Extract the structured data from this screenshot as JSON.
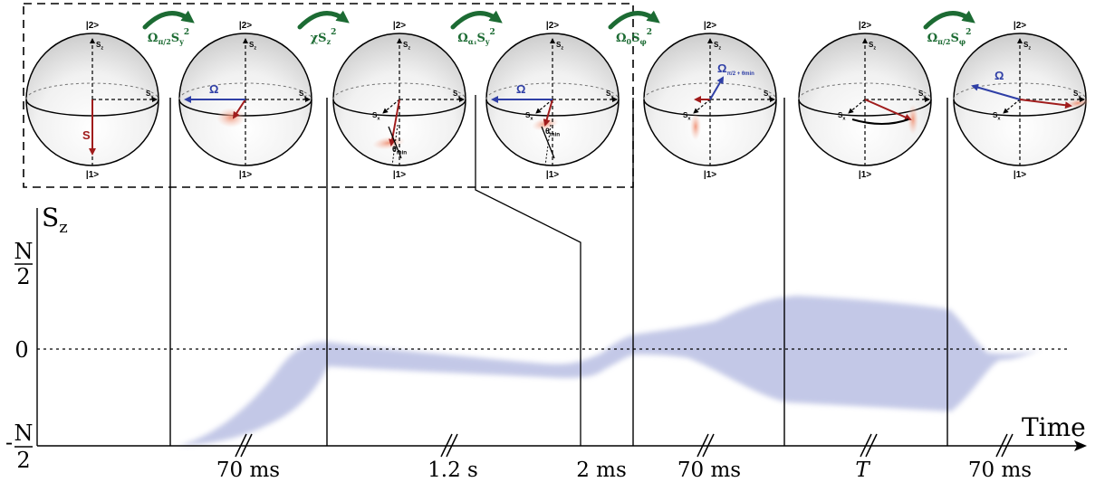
{
  "colors": {
    "op_green": "#1c6b33",
    "spin_red": "#a01c1c",
    "omega_blue": "#2f3fa6",
    "band": "#b9bfe3",
    "blob": "#f2a58a"
  },
  "operators": [
    {
      "base": "Ω",
      "sub": "π/2",
      "rest": "S",
      "rest_sub": "y",
      "sup": "2"
    },
    {
      "base": "χS",
      "sub": "z",
      "rest": "",
      "rest_sub": "",
      "sup": "2"
    },
    {
      "base": "Ω",
      "sub": "α₁",
      "rest": "S",
      "rest_sub": "y",
      "sup": "2"
    },
    {
      "base": "Ω",
      "sub": "0",
      "rest": "S",
      "rest_sub": "φ",
      "sup": "2"
    },
    {
      "base": "Ω",
      "sub": "π/2",
      "rest": "S",
      "rest_sub": "φ",
      "sup": "2"
    }
  ],
  "sphere_labels": {
    "top_state": "|2>",
    "bottom_state": "|1>",
    "sz": "S",
    "sz_sub": "z",
    "sx": "S",
    "sx_sub": "x",
    "sy": "S",
    "sy_sub": "y",
    "spin_vector": "S",
    "omega_vector": "Ω",
    "theta_min": "θ",
    "theta_min_sub": "min",
    "omega_angle_sub": "π/2 + θmin"
  },
  "axis": {
    "y_label": "S",
    "y_label_sub": "z",
    "y_top_num": "N",
    "y_top_den": "2",
    "y_zero": "0",
    "y_bottom_sign": "-",
    "y_bottom_num": "N",
    "y_bottom_den": "2",
    "x_label": "Time"
  },
  "durations": [
    "70 ms",
    "1.2 s",
    "2 ms",
    "70 ms",
    "T",
    "70 ms"
  ]
}
